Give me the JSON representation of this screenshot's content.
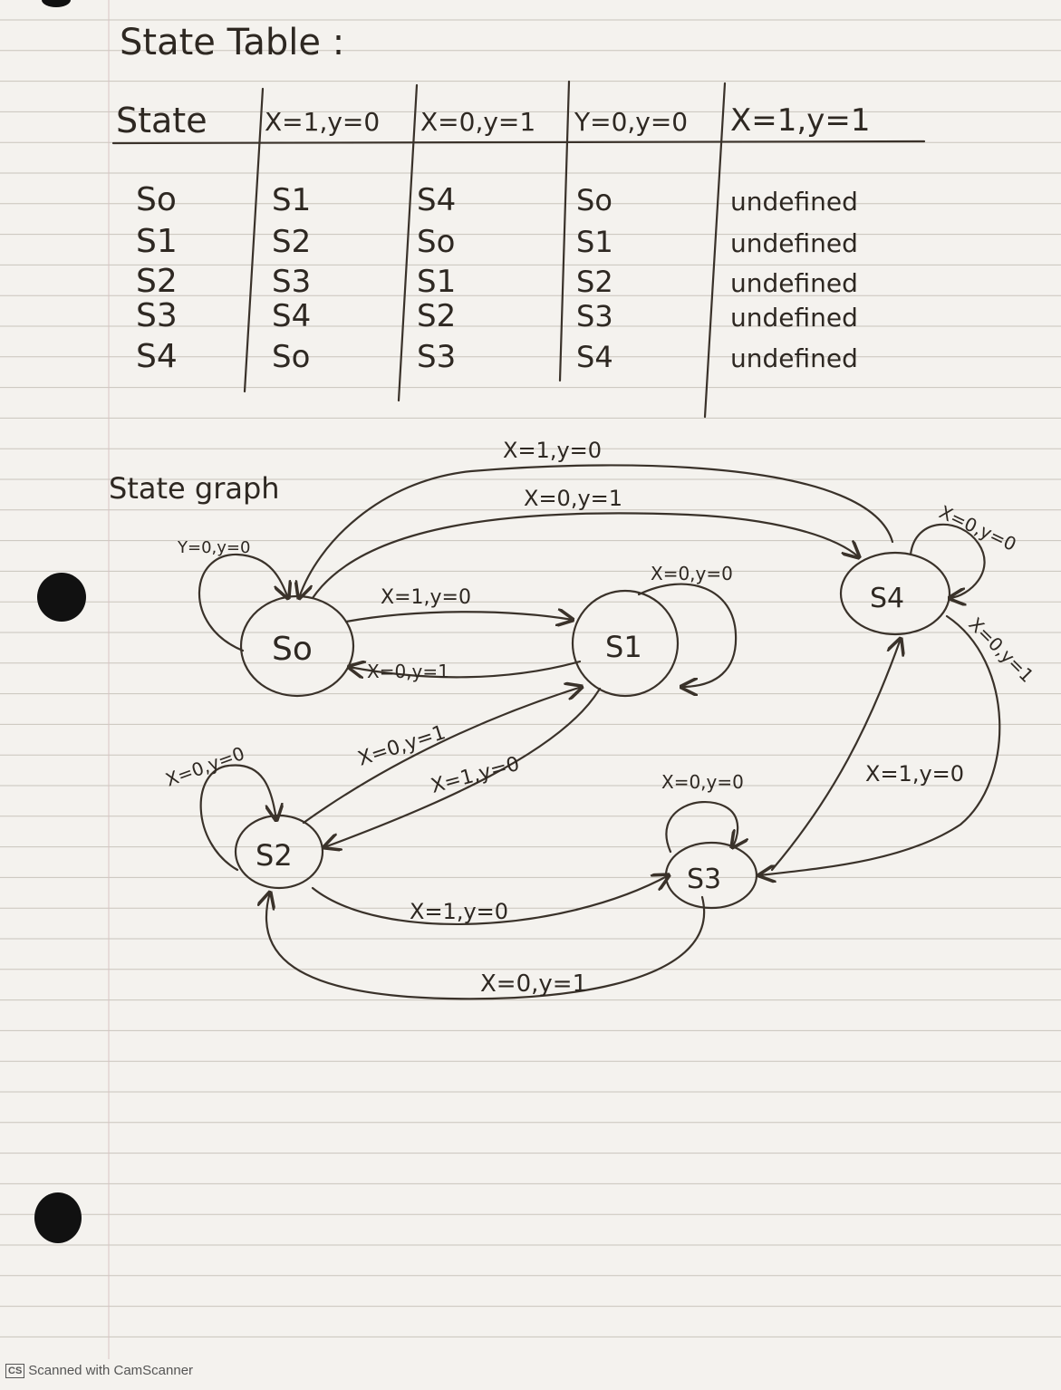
{
  "titles": {
    "table_title": "State Table :",
    "graph_title": "State graph"
  },
  "table": {
    "headers": [
      "State",
      "X=1,y=0",
      "X=0,y=1",
      "Y=0,y=0",
      "X=1,y=1"
    ],
    "rows": [
      [
        "So",
        "S1",
        "S4",
        "So",
        "undefined"
      ],
      [
        "S1",
        "S2",
        "So",
        "S1",
        "undefined"
      ],
      [
        "S2",
        "S3",
        "S1",
        "S2",
        "undefined"
      ],
      [
        "S3",
        "S4",
        "S2",
        "S3",
        "undefined"
      ],
      [
        "S4",
        "So",
        "S3",
        "S4",
        "undefined"
      ]
    ]
  },
  "graph": {
    "states": [
      "So",
      "S1",
      "S2",
      "S3",
      "S4"
    ],
    "edge_labels": {
      "s4_to_s0": "X=1,y=0",
      "s0_to_s4": "X=0,y=1",
      "s0_loop": "Y=0,y=0",
      "s4_loop": "X=0,y=0",
      "s0_to_s1": "X=1,y=0",
      "s1_to_s0": "X=0,y=1",
      "s1_loop": "X=0,y=0",
      "s4_to_s3": "X=0,y=1",
      "s2_to_s1": "X=0,y=1",
      "s1_to_s2": "X=1,y=0",
      "s2_loop": "X=0,y=0",
      "s3_loop": "X=0,y=0",
      "s3_to_s4": "X=1,y=0",
      "s2_to_s3": "X=1,y=0",
      "s3_to_s2": "X=0,y=1"
    }
  },
  "footer": {
    "logo": "CS",
    "text": "Scanned with CamScanner"
  }
}
